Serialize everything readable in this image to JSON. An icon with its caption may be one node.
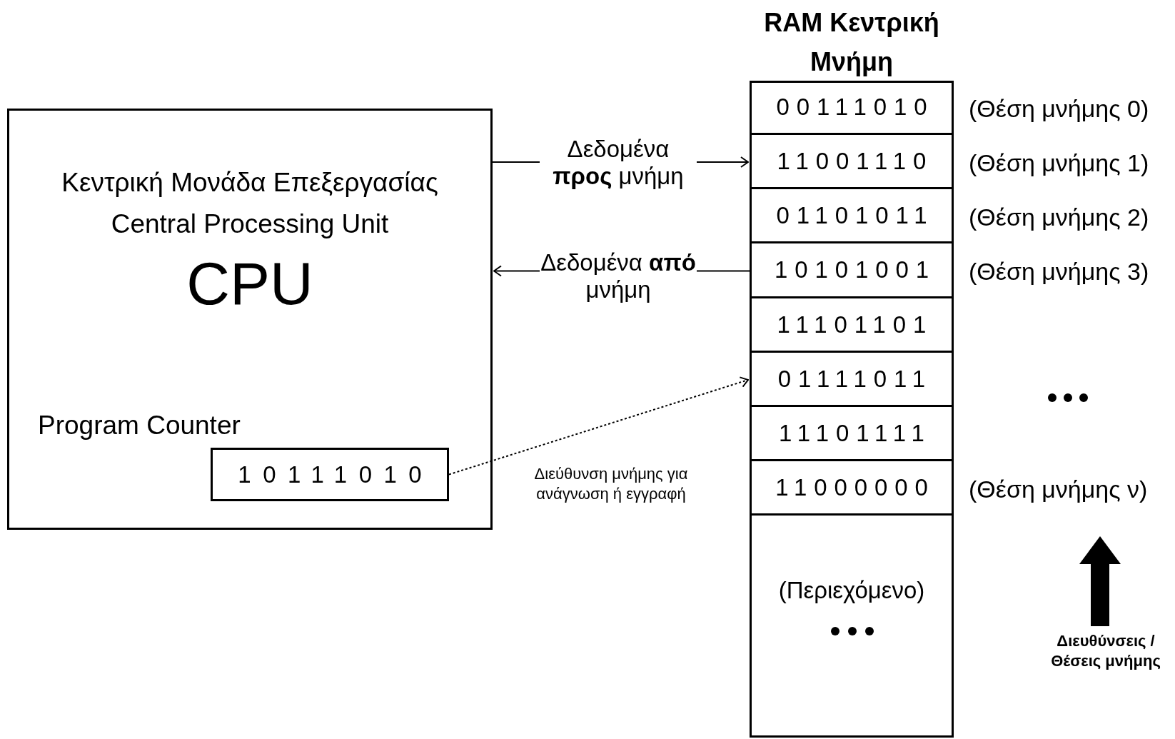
{
  "diagram": {
    "nodes": [
      {
        "text": [
          "Κεντρική Μονάδα Επεξεργασίας Central Processing Unit",
          "CPU"
        ]
      },
      {
        "text": [
          "Program Counter",
          "10111010"
        ],
        "in": 0
      },
      {
        "text": [
          "RAM Κεντρική Μνήμη"
        ]
      },
      {
        "text": [
          "00111010"
        ],
        "in": 2,
        "beside": [
          "(Θέση μνήμης 0)"
        ]
      },
      {
        "text": [
          "11001110"
        ],
        "in": 2,
        "beside": [
          "(Θέση μνήμης 1)"
        ]
      },
      {
        "text": [
          "01101011"
        ],
        "in": 2,
        "beside": [
          "(Θέση μνήμης 2)"
        ]
      },
      {
        "text": [
          "10101001"
        ],
        "in": 2,
        "beside": [
          "(Θέση μνήμης 3)"
        ]
      },
      {
        "text": [
          "11101101"
        ],
        "in": 2
      },
      {
        "text": [
          "01111011"
        ],
        "in": 2
      },
      {
        "text": [
          "11101111"
        ],
        "in": 2
      },
      {
        "text": [
          "11000000"
        ],
        "in": 2,
        "beside": [
          "(Θέση μνήμης ν)"
        ]
      },
      {
        "text": [
          "(Περιεχόμενο)"
        ],
        "in": 2
      }
    ],
    "edges": [
      {
        "from": 0,
        "to": 4,
        "arrow": "to",
        "label": "Δεδομένα **προς** μνήμη"
      },
      {
        "from": 6,
        "to": 0,
        "arrow": "to",
        "label": "Δεδομένα **από** μνήμη"
      },
      {
        "from": 1,
        "to": 8,
        "arrow": "to",
        "style": "dashed",
        "label": "Διεύθυνση μνήμης για ανάγνωση ή εγγραφή"
      }
    ],
    "labels": [
      "Διευθύνσεις / Θέσεις μνήμης"
    ]
  }
}
